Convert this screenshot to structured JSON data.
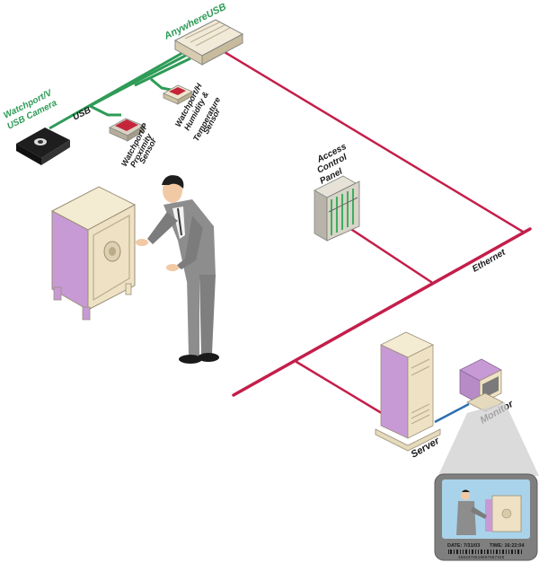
{
  "labels": {
    "anywhereusb": "AnywhereUSB",
    "usb": "USB",
    "camera_line1": "Watchport/V",
    "camera_line2": "USB Camera",
    "proximity_line1": "Watchport/P",
    "proximity_line2": "Proximity",
    "proximity_line3": "Sensor",
    "humidity_line1": "Watchport/H",
    "humidity_line2": "Humidity &",
    "humidity_line3": "Temperature",
    "humidity_line4": "Sensor",
    "access_line1": "Access",
    "access_line2": "Control",
    "access_line3": "Panel",
    "ethernet": "Ethernet",
    "server": "Server",
    "monitor": "Monitor"
  },
  "monitor_screen": {
    "date_label": "DATE: 7/31/03",
    "time_label": "TIME: 16:22:04",
    "barcode_number": "1684376519657567326"
  },
  "colors": {
    "usb_cable": "#2e9b57",
    "ethernet_cable": "#c41e4a",
    "serial_cable": "#2f6fb0",
    "purple": "#c79ad6",
    "beige": "#efe2c4",
    "suit": "#8d8d8d"
  }
}
